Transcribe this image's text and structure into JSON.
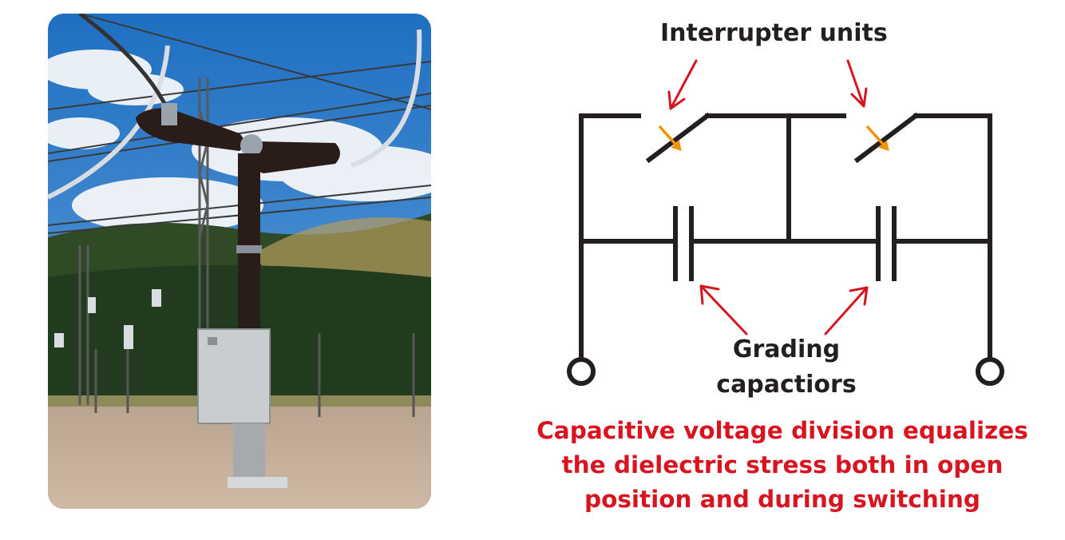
{
  "labels": {
    "interrupter_units": "Interrupter units",
    "grading_line1": "Grading",
    "grading_line2": "capactiors"
  },
  "caption": {
    "line1": "Capacitive voltage division equalizes",
    "line2": "the dielectric stress both in open",
    "line3": "position and during switching"
  },
  "colors": {
    "circuit": "#231f20",
    "pointer_arrow": "#d7141f",
    "switch_arrow": "#f39200",
    "caption": "#d7141f"
  },
  "photo": {
    "subject": "outdoor high-voltage circuit breaker with two interrupter units in a substation"
  }
}
